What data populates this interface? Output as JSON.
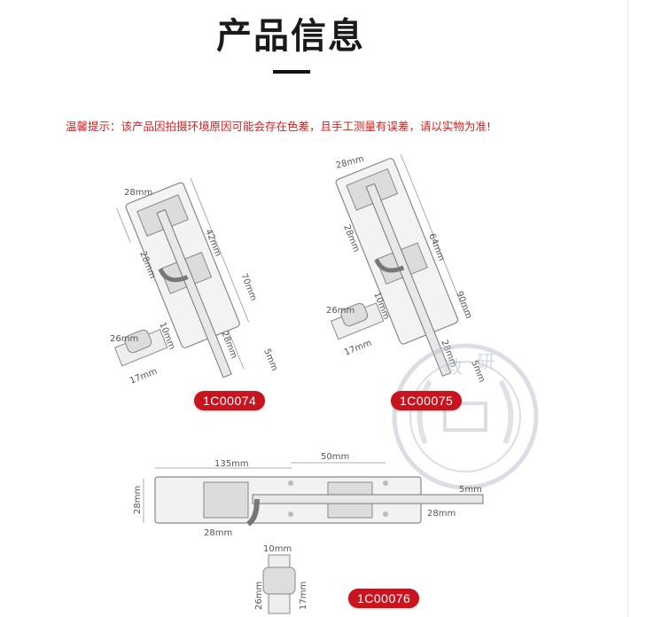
{
  "header": {
    "title": "产品信息",
    "notice": "温馨提示：该产品因拍摄环境原因可能会存在色差，且手工测量有误差，请以实物为准!"
  },
  "products": [
    {
      "model": "1C00074",
      "dims": {
        "width_top": "28mm",
        "span_a": "42mm",
        "plate": "28mm",
        "span_b": "70mm",
        "rod": "28mm",
        "rod_dia": "5mm"
      },
      "keeper": {
        "width": "26mm",
        "height": "10mm",
        "depth": "17mm"
      }
    },
    {
      "model": "1C00075",
      "dims": {
        "width_top": "28mm",
        "span_a": "64mm",
        "plate": "28mm",
        "span_b": "90mm",
        "rod": "28mm",
        "rod_dia": "5mm"
      },
      "keeper": {
        "width": "26mm",
        "height": "10mm",
        "depth": "17mm"
      }
    },
    {
      "model": "1C00076",
      "dims": {
        "length": "135mm",
        "span": "50mm",
        "height": "28mm",
        "rod_dia": "5mm",
        "rod": "28mm",
        "base": "28mm"
      },
      "keeper": {
        "width": "10mm",
        "height": "26mm",
        "depth": "17mm"
      }
    }
  ],
  "watermark": {
    "text_a": "教",
    "text_b": "研"
  }
}
